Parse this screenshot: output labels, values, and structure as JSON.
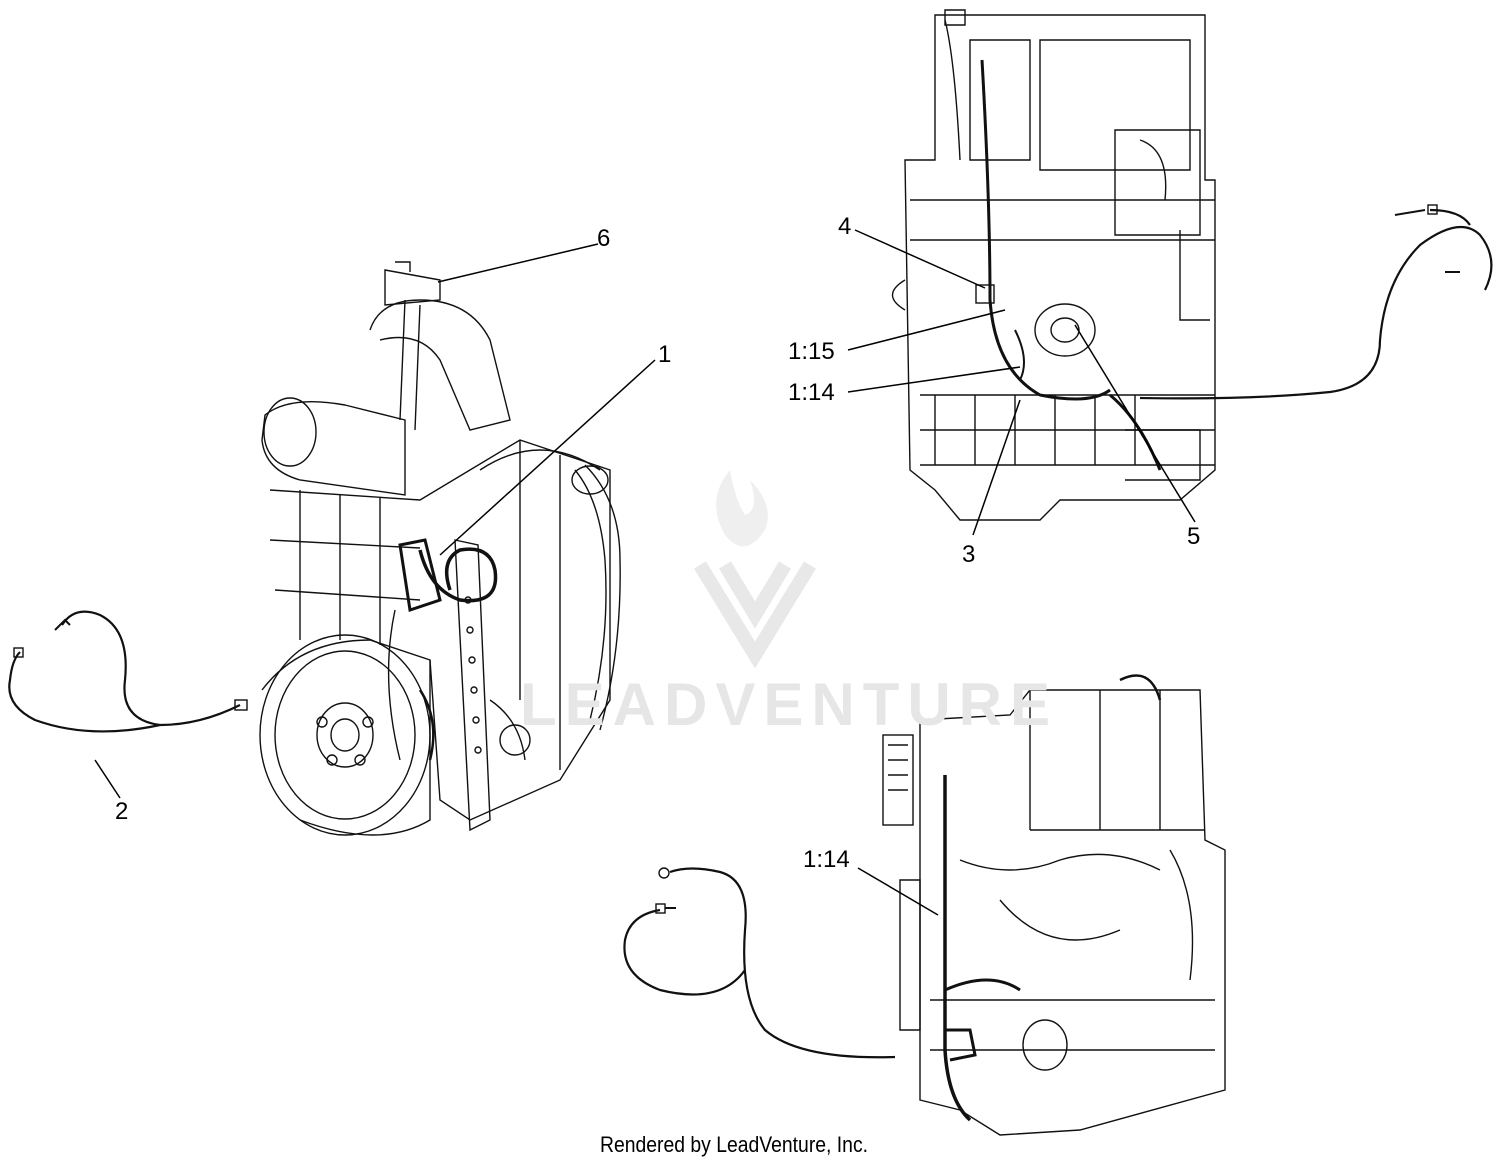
{
  "callouts": {
    "c1": "1",
    "c2": "2",
    "c3": "3",
    "c4": "4",
    "c5": "5",
    "c6": "6",
    "c1_15": "1:15",
    "c1_14_top": "1:14",
    "c1_14_bottom": "1:14"
  },
  "watermark": "LEADVENTURE",
  "footer": "Rendered by LeadVenture, Inc.",
  "colors": {
    "line": "#000000",
    "watermark": "#e6e6e6",
    "background": "#ffffff"
  }
}
